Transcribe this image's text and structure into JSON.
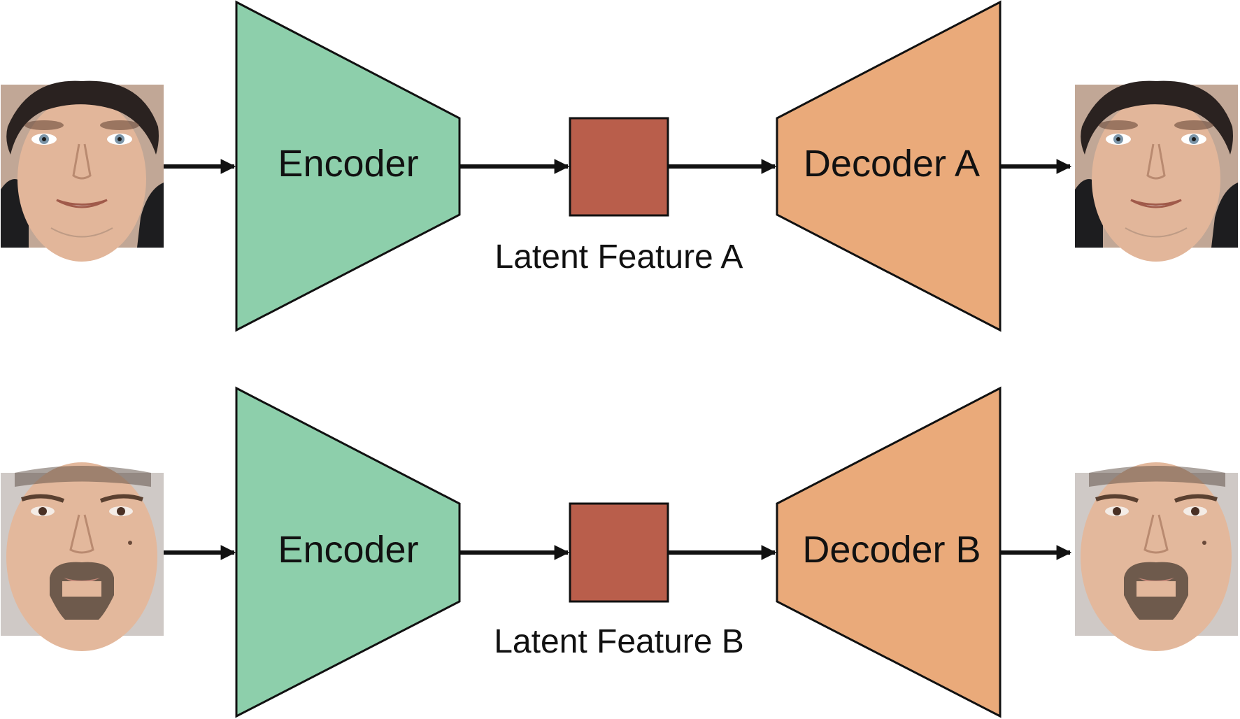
{
  "colors": {
    "encoder_fill": "#8dcfab",
    "decoder_fill": "#eaaa7a",
    "latent_fill": "#b95e4b",
    "stroke": "#111111",
    "skin": "#e2b69a",
    "hair_a": "#2a2220",
    "hair_b": "#5a4a40",
    "clothing": "#1d1d1f",
    "background_b": "#cfc9c6"
  },
  "rows": [
    {
      "input_face": "face-a",
      "encoder_label": "Encoder",
      "latent_label": "Latent Feature A",
      "decoder_label": "Decoder A",
      "output_face": "face-a"
    },
    {
      "input_face": "face-b",
      "encoder_label": "Encoder",
      "latent_label": "Latent Feature B",
      "decoder_label": "Decoder B",
      "output_face": "face-b"
    }
  ]
}
